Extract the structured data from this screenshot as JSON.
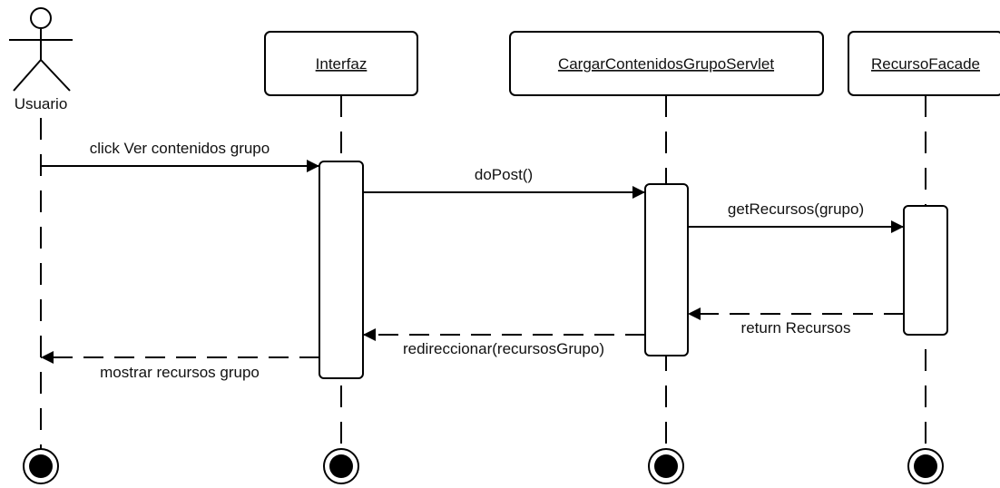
{
  "diagram": {
    "type": "sequence",
    "actor": {
      "name": "Usuario"
    },
    "participants": [
      {
        "name": "Interfaz"
      },
      {
        "name": "CargarContenidosGrupoServlet"
      },
      {
        "name": "RecursoFacade"
      }
    ],
    "messages": [
      {
        "label": "click Ver contenidos grupo",
        "from": "Usuario",
        "to": "Interfaz",
        "kind": "call"
      },
      {
        "label": "doPost()",
        "from": "Interfaz",
        "to": "CargarContenidosGrupoServlet",
        "kind": "call"
      },
      {
        "label": "getRecursos(grupo)",
        "from": "CargarContenidosGrupoServlet",
        "to": "RecursoFacade",
        "kind": "call"
      },
      {
        "label": "return Recursos",
        "from": "RecursoFacade",
        "to": "CargarContenidosGrupoServlet",
        "kind": "return"
      },
      {
        "label": "redireccionar(recursosGrupo)",
        "from": "CargarContenidosGrupoServlet",
        "to": "Interfaz",
        "kind": "return"
      },
      {
        "label": "mostrar recursos grupo",
        "from": "Interfaz",
        "to": "Usuario",
        "kind": "return"
      }
    ]
  }
}
